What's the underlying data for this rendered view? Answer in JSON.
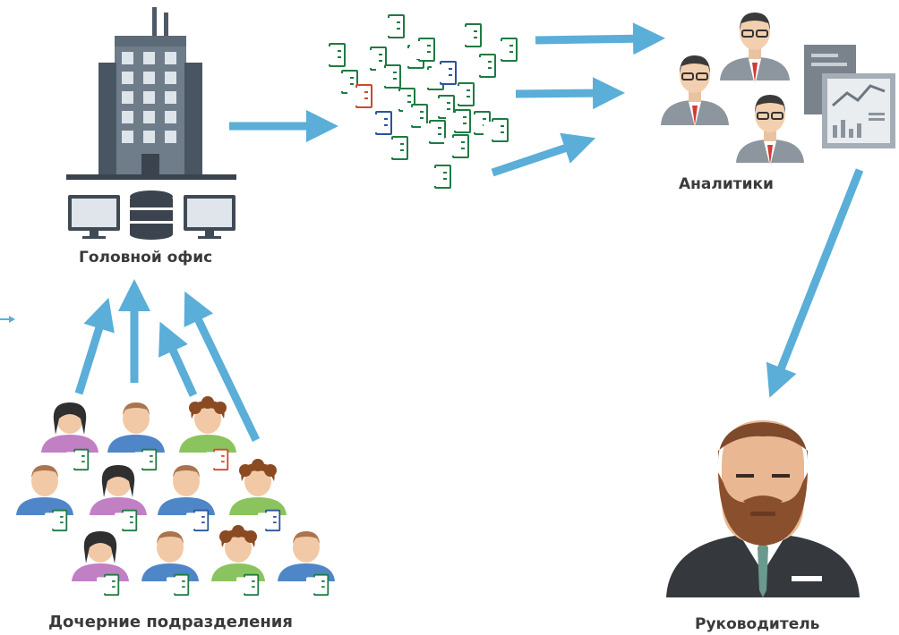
{
  "labels": {
    "head_office": "Головной офис",
    "analysts": "Аналитики",
    "branches": "Дочерние подразделения",
    "manager": "Руководитель"
  },
  "icon_letters": {
    "excel": "X",
    "word": "W",
    "powerpoint": "P"
  },
  "colors": {
    "arrow": "#5aaed8",
    "building": "#5d6b78",
    "excel": "#1e7b43",
    "word": "#2a5599",
    "powerpoint": "#cd4a2c"
  }
}
